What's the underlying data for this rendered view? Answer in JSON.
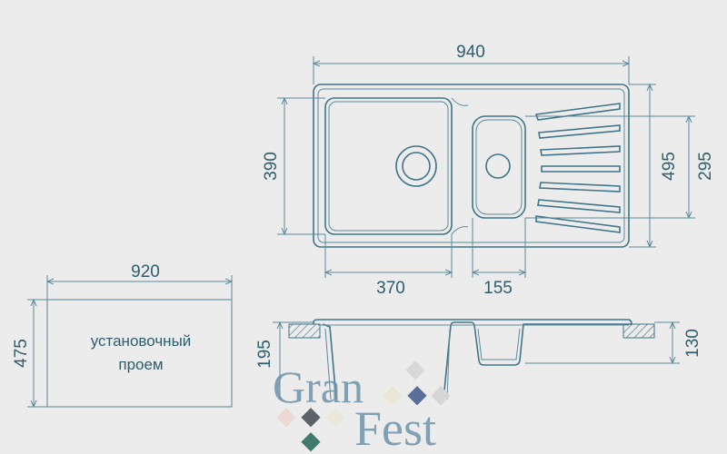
{
  "top_view": {
    "width": "940",
    "depth": "495",
    "main_bowl_depth": "390",
    "small_bowl_depth": "295",
    "main_bowl_width": "370",
    "small_bowl_width": "155"
  },
  "cutout": {
    "width": "920",
    "depth": "475",
    "label_line1": "установочный",
    "label_line2": "проем"
  },
  "side_view": {
    "main_bowl_height": "195",
    "small_bowl_height": "130"
  },
  "logo": {
    "word1": "Gran",
    "word2": "Fest"
  },
  "colors": {
    "line": "#3f7489",
    "text": "#2e5d6e",
    "background": "#ececec"
  }
}
